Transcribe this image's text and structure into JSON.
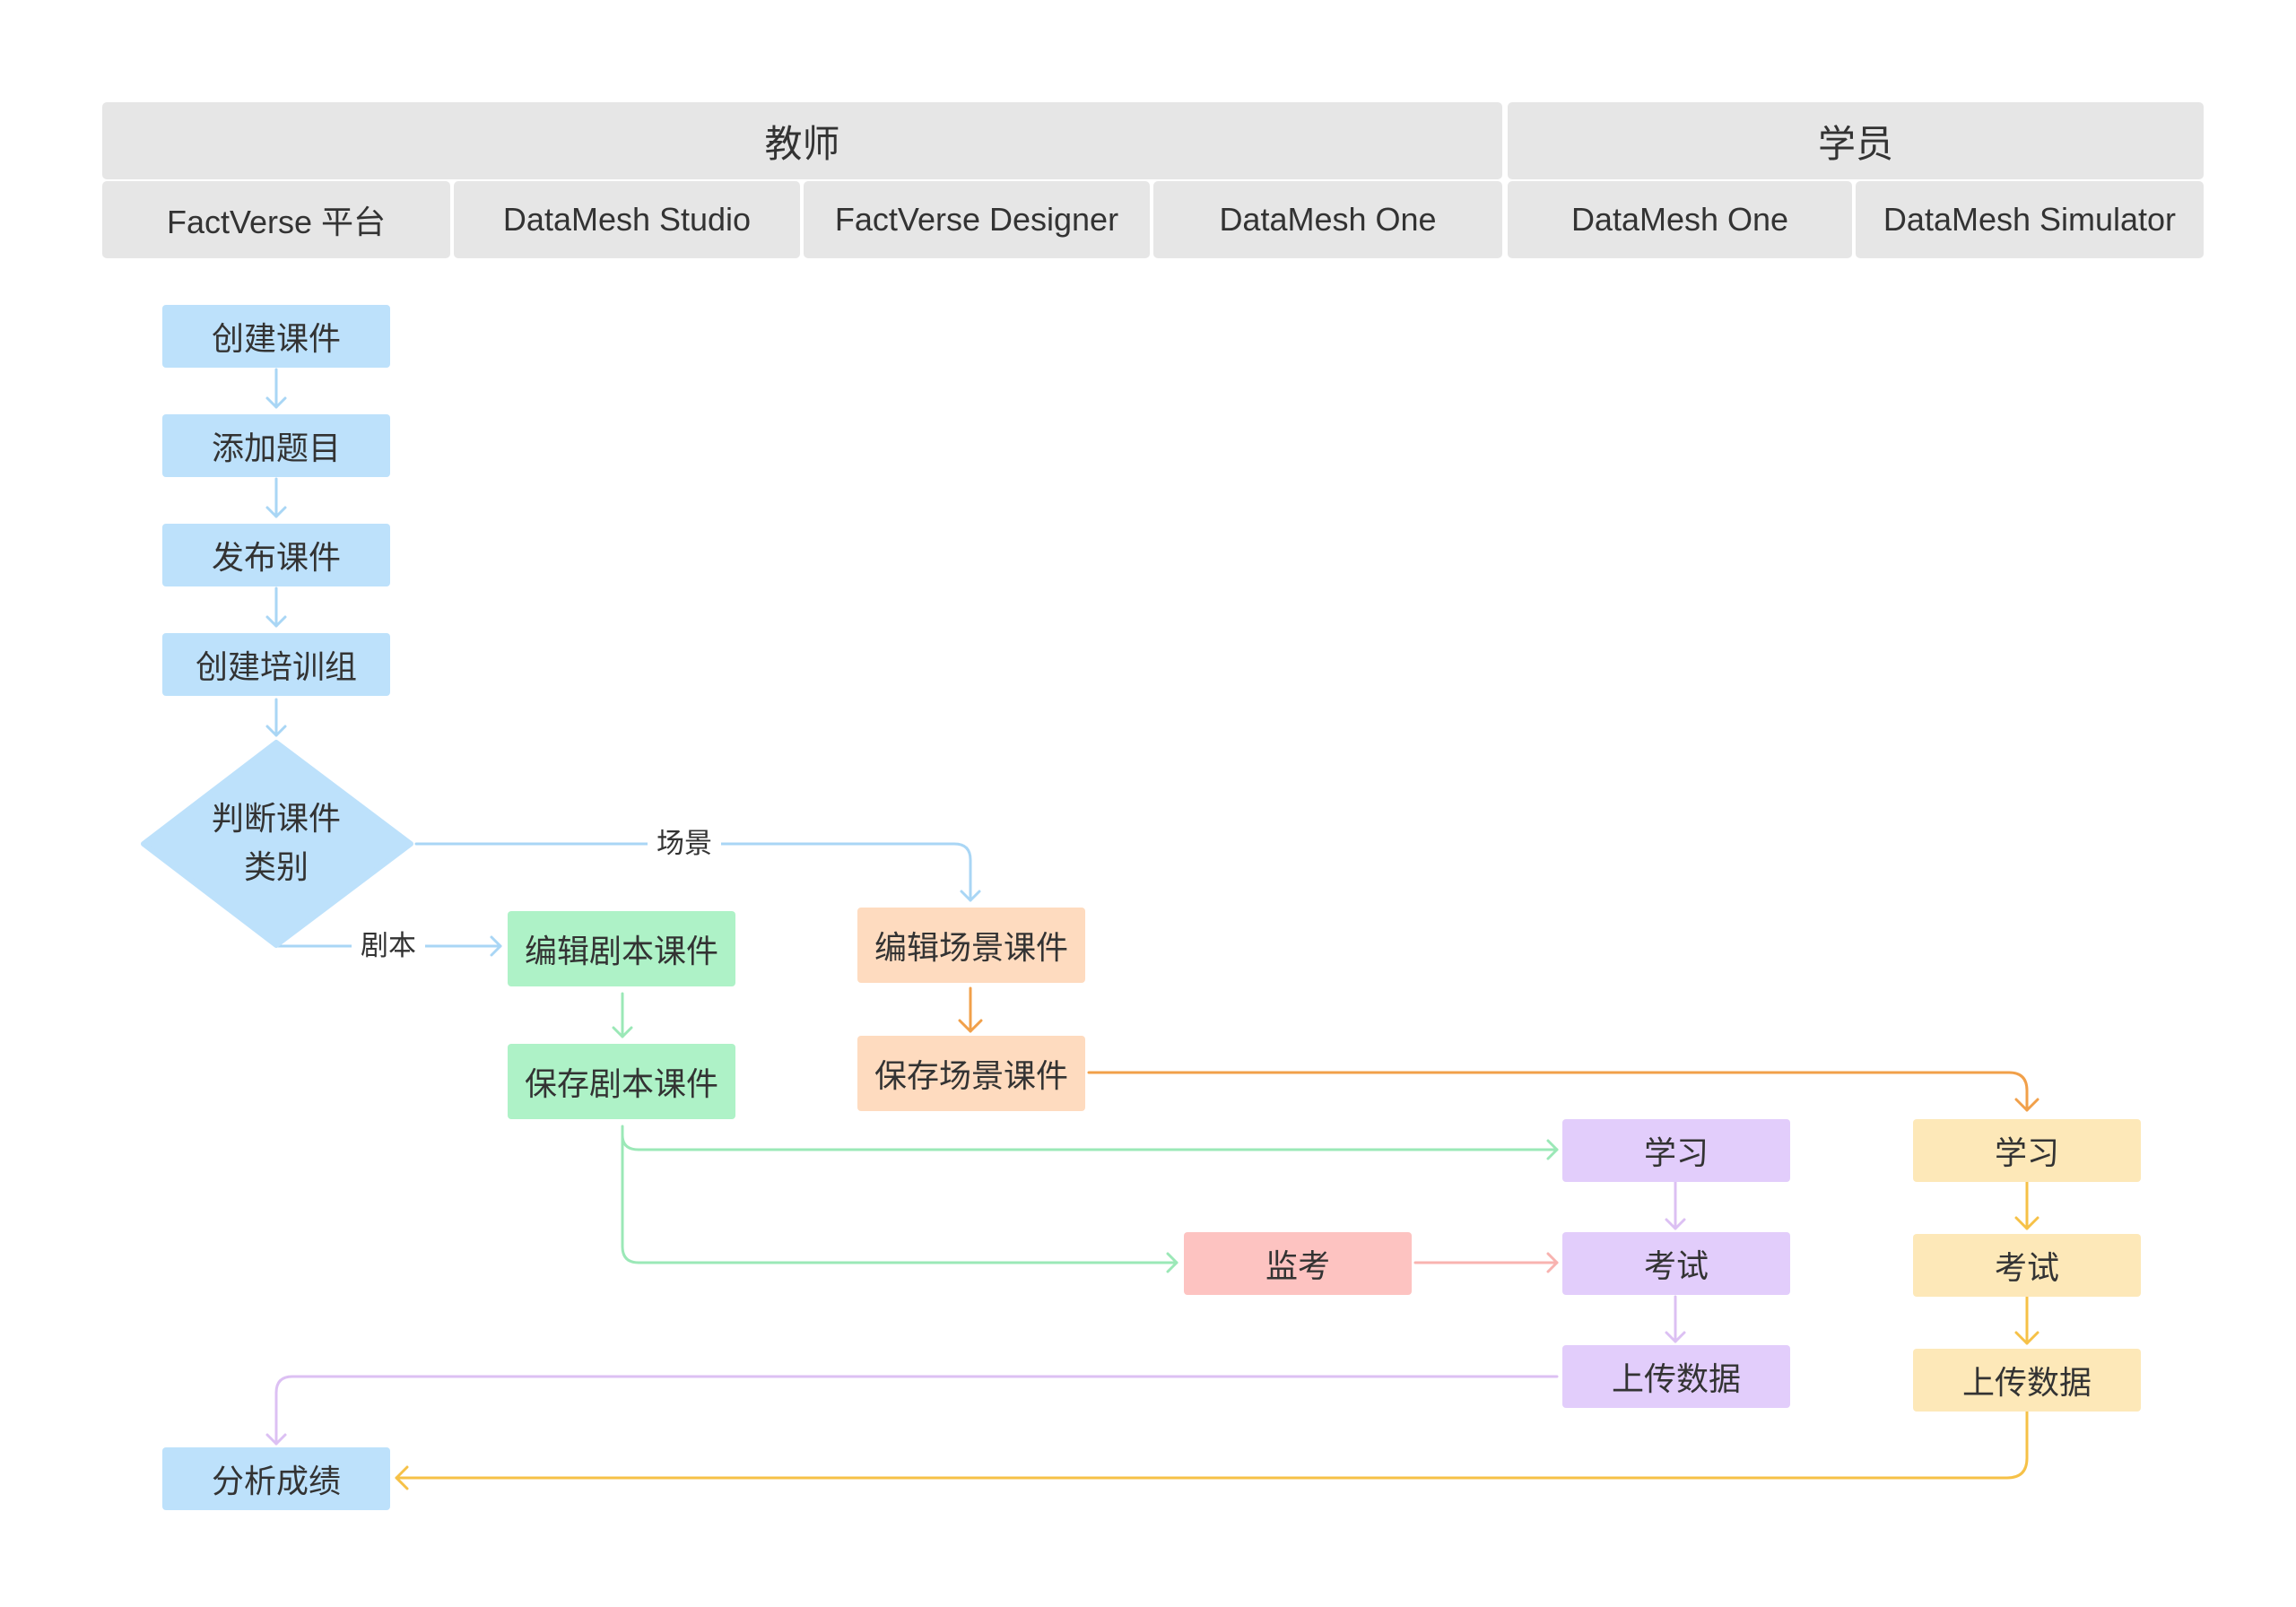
{
  "headers": {
    "groups": [
      "教师",
      "学员"
    ],
    "columns": [
      "FactVerse 平台",
      "DataMesh Studio",
      "FactVerse Designer",
      "DataMesh One",
      "DataMesh One",
      "DataMesh Simulator"
    ]
  },
  "nodes": {
    "create_course": "创建课件",
    "add_questions": "添加题目",
    "publish_course": "发布课件",
    "create_group": "创建培训组",
    "decide_line1": "判断课件",
    "decide_line2": "类别",
    "edit_script": "编辑剧本课件",
    "save_script": "保存剧本课件",
    "edit_scene": "编辑场景课件",
    "save_scene": "保存场景课件",
    "proctor": "监考",
    "one_study": "学习",
    "one_exam": "考试",
    "one_upload": "上传数据",
    "sim_study": "学习",
    "sim_exam": "考试",
    "sim_upload": "上传数据",
    "analyze": "分析成绩"
  },
  "edge_labels": {
    "scene": "场景",
    "script": "剧本"
  },
  "colors": {
    "header": "#e6e6e6",
    "blue": "#bde1fb",
    "green": "#aef2c7",
    "orange": "#fedbbf",
    "purple": "#e2cdfb",
    "yellow": "#fde8b8",
    "red": "#fdc3c1",
    "line_blue": "#a9d6f5",
    "line_green": "#9be8b7",
    "line_orange": "#f1a04a",
    "line_purple": "#dcc0f3",
    "line_yellow": "#f6c147",
    "line_red": "#f8b3b0"
  }
}
